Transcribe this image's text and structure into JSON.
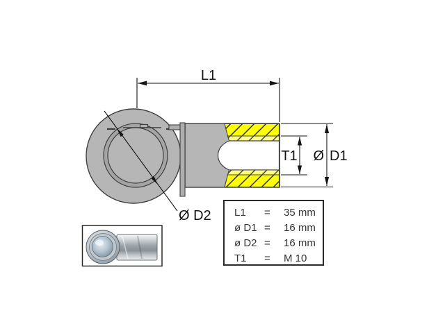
{
  "drawing": {
    "l1_label": "L1",
    "t1_label": "T1",
    "d1_symbol": "Ø",
    "d1_label": "D1",
    "d2_label": "Ø D2"
  },
  "table": {
    "rows": [
      {
        "label": "L1",
        "eq": "=",
        "value": "35 mm"
      },
      {
        "label": "ø D1",
        "eq": "=",
        "value": "16 mm"
      },
      {
        "label": "ø D2",
        "eq": "=",
        "value": "16 mm"
      },
      {
        "label": "T1",
        "eq": "=",
        "value": "M 10"
      }
    ]
  },
  "colors": {
    "bg": "#ffffff",
    "part_fill": "#b6b6b6",
    "part_ring": "#a4a4a4",
    "clip_fill": "#aeaeae",
    "outline": "#3f3f3f",
    "thread_yellow": "#ffff00",
    "thread_light": "#ffff85",
    "hatch": "#2e2e2e",
    "dim_color": "#141414",
    "table_text": "#333333",
    "table_border": "#2a2a2a"
  }
}
